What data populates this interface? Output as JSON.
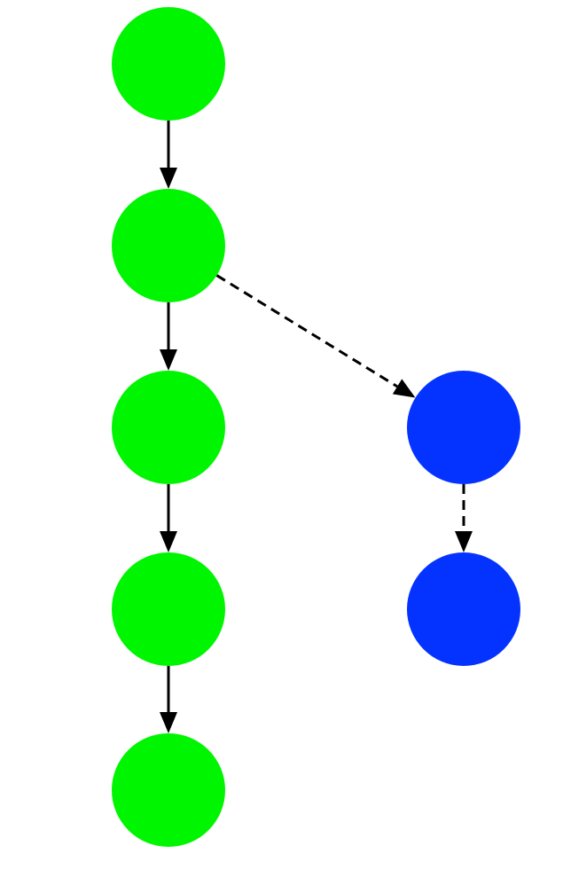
{
  "colors": {
    "background": "#ffffff",
    "edge": "#000000"
  },
  "nodes": [
    {
      "id": "g1",
      "group": "main",
      "color": "#00f500"
    },
    {
      "id": "g2",
      "group": "main",
      "color": "#00f500"
    },
    {
      "id": "g3",
      "group": "main",
      "color": "#00f500"
    },
    {
      "id": "g4",
      "group": "main",
      "color": "#00f500"
    },
    {
      "id": "g5",
      "group": "main",
      "color": "#00f500"
    },
    {
      "id": "b1",
      "group": "branch",
      "color": "#0433ff"
    },
    {
      "id": "b2",
      "group": "branch",
      "color": "#0433ff"
    }
  ],
  "edges": [
    {
      "from": "g1",
      "to": "g2",
      "style": "solid"
    },
    {
      "from": "g2",
      "to": "g3",
      "style": "solid"
    },
    {
      "from": "g3",
      "to": "g4",
      "style": "solid"
    },
    {
      "from": "g4",
      "to": "g5",
      "style": "solid"
    },
    {
      "from": "g2",
      "to": "b1",
      "style": "dashed"
    },
    {
      "from": "b1",
      "to": "b2",
      "style": "dashed"
    }
  ]
}
